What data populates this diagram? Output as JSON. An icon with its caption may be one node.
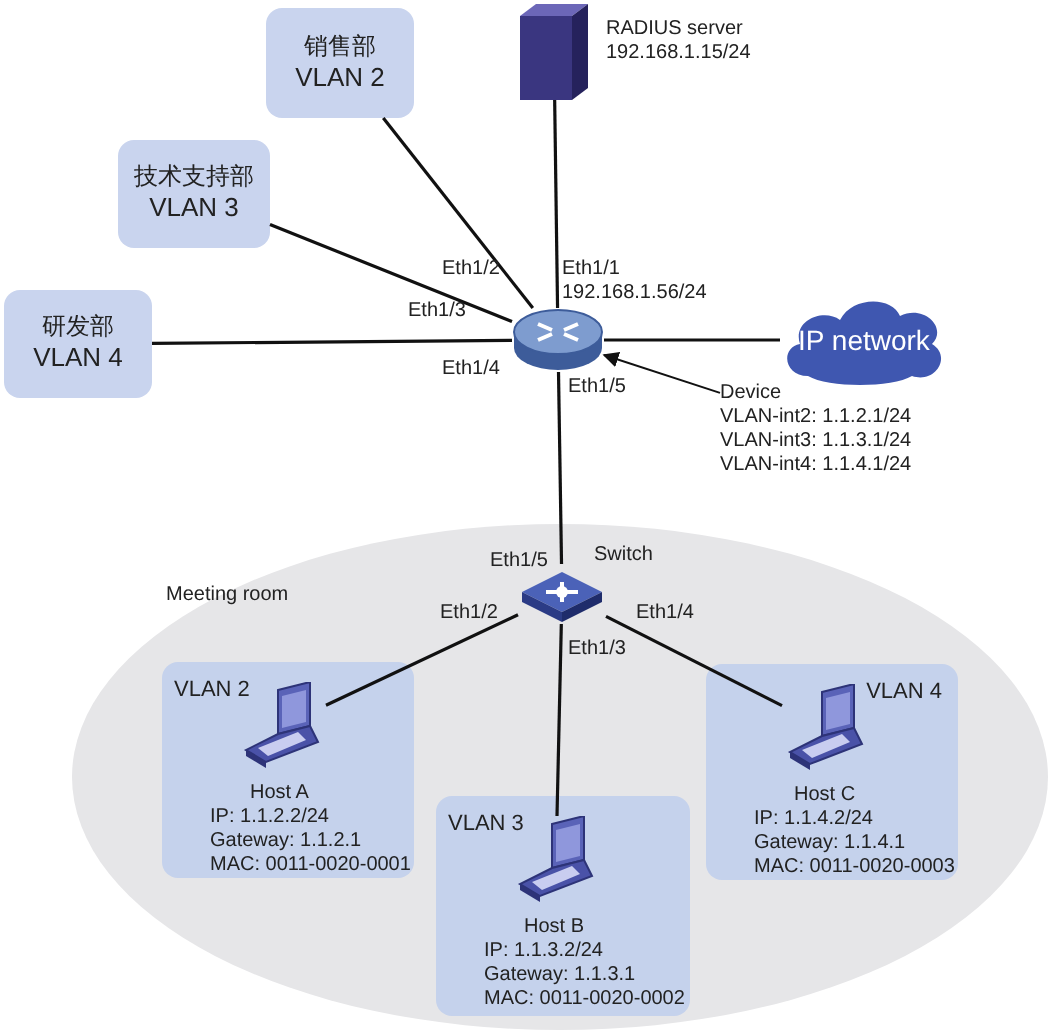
{
  "diagram": {
    "nodes": [
      {
        "text": [
          "销售部",
          "VLAN 2"
        ]
      },
      {
        "text": [
          "技术支持部",
          "VLAN 3"
        ]
      },
      {
        "text": [
          "研发部",
          "VLAN 4"
        ]
      },
      {
        "text": [],
        "shape": "box",
        "beside": [
          "RADIUS server",
          "192.168.1.15/24"
        ]
      },
      {
        "text": [],
        "shape": "circle"
      },
      {
        "text": [
          "IP network"
        ]
      },
      {
        "text": [
          "Device",
          "VLAN-int2: 1.1.2.1/24",
          "VLAN-int3: 1.1.3.1/24",
          "VLAN-int4: 1.1.4.1/24"
        ]
      },
      {
        "text": [
          "Meeting room"
        ]
      },
      {
        "text": [],
        "shape": "box",
        "beside": [
          "Switch"
        ],
        "in": 7
      },
      {
        "text": [
          "VLAN 2"
        ],
        "in": 7
      },
      {
        "text": [],
        "shape": "picture",
        "in": 9,
        "beside": [
          "Host A",
          "IP: 1.1.2.2/24",
          "Gateway: 1.1.2.1",
          "MAC: 0011-0020-0001"
        ]
      },
      {
        "text": [
          "VLAN 3"
        ],
        "in": 7
      },
      {
        "text": [],
        "shape": "picture",
        "in": 11,
        "beside": [
          "Host B",
          "IP: 1.1.3.2/24",
          "Gateway: 1.1.3.1",
          "MAC: 0011-0020-0002"
        ]
      },
      {
        "text": [
          "VLAN 4"
        ],
        "in": 7
      },
      {
        "text": [],
        "shape": "picture",
        "in": 13,
        "beside": [
          "Host C",
          "IP: 1.1.4.2/24",
          "Gateway: 1.1.4.1",
          "MAC: 0011-0020-0003"
        ]
      }
    ],
    "edges": [
      {
        "from": 0,
        "to": 4,
        "arrow": "none"
      },
      {
        "from": 1,
        "to": 4,
        "arrow": "none"
      },
      {
        "from": 2,
        "to": 4,
        "arrow": "none"
      },
      {
        "from": 3,
        "to": 4,
        "arrow": "none"
      },
      {
        "from": 4,
        "to": 5,
        "arrow": "none"
      },
      {
        "from": 6,
        "to": 4,
        "arrow": "to"
      },
      {
        "from": 4,
        "to": 8,
        "arrow": "none"
      },
      {
        "from": 8,
        "to": 10,
        "arrow": "none"
      },
      {
        "from": 8,
        "to": 12,
        "arrow": "none"
      },
      {
        "from": 8,
        "to": 14,
        "arrow": "none"
      }
    ],
    "labels": [
      "Eth1/2",
      "Eth1/1",
      "192.168.1.56/24",
      "Eth1/3",
      "Eth1/4",
      "Eth1/5",
      "Eth1/5",
      "Eth1/2",
      "Eth1/4",
      "Eth1/3"
    ]
  }
}
